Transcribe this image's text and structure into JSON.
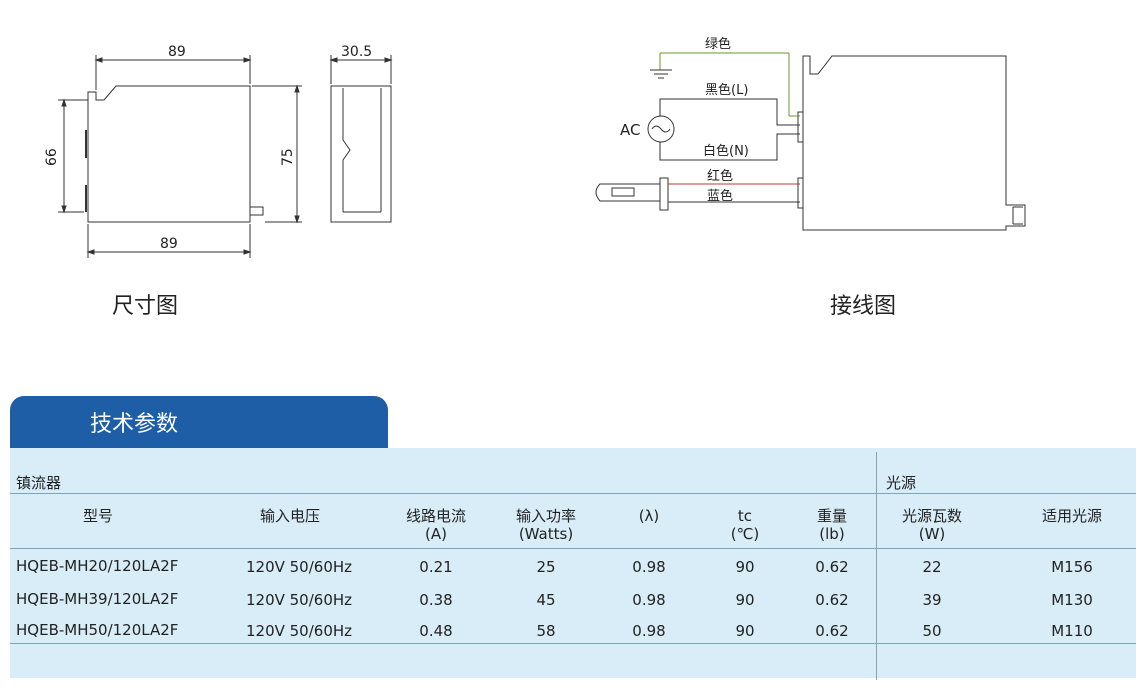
{
  "dimensions": {
    "top_width": "89",
    "bottom_width": "89",
    "height_left": "66",
    "height_right": "75",
    "depth": "30.5"
  },
  "captions": {
    "dimension_drawing": "尺寸图",
    "wiring_diagram": "接线图"
  },
  "wiring": {
    "green": "绿色",
    "black": "黑色(L)",
    "white": "白色(N)",
    "red": "红色",
    "blue": "蓝色",
    "ac": "AC"
  },
  "section_title": "技术参数",
  "table": {
    "group_ballast": "镇流器",
    "group_light": "光源",
    "headers": [
      {
        "l1": "型号",
        "l2": ""
      },
      {
        "l1": "输入电压",
        "l2": ""
      },
      {
        "l1": "线路电流",
        "l2": "(A)"
      },
      {
        "l1": "输入功率",
        "l2": "(Watts)"
      },
      {
        "l1": "(λ)",
        "l2": ""
      },
      {
        "l1": "tc",
        "l2": "(℃)"
      },
      {
        "l1": "重量",
        "l2": "(lb)"
      },
      {
        "l1": "光源瓦数",
        "l2": "(W)"
      },
      {
        "l1": "适用光源",
        "l2": ""
      }
    ],
    "rows": [
      [
        "HQEB-MH20/120LA2F",
        "120V 50/60Hz",
        "0.21",
        "25",
        "0.98",
        "90",
        "0.62",
        "22",
        "M156"
      ],
      [
        "HQEB-MH39/120LA2F",
        "120V 50/60Hz",
        "0.38",
        "45",
        "0.98",
        "90",
        "0.62",
        "39",
        "M130"
      ],
      [
        "HQEB-MH50/120LA2F",
        "120V 50/60Hz",
        "0.48",
        "58",
        "0.98",
        "90",
        "0.62",
        "50",
        "M110"
      ]
    ]
  }
}
